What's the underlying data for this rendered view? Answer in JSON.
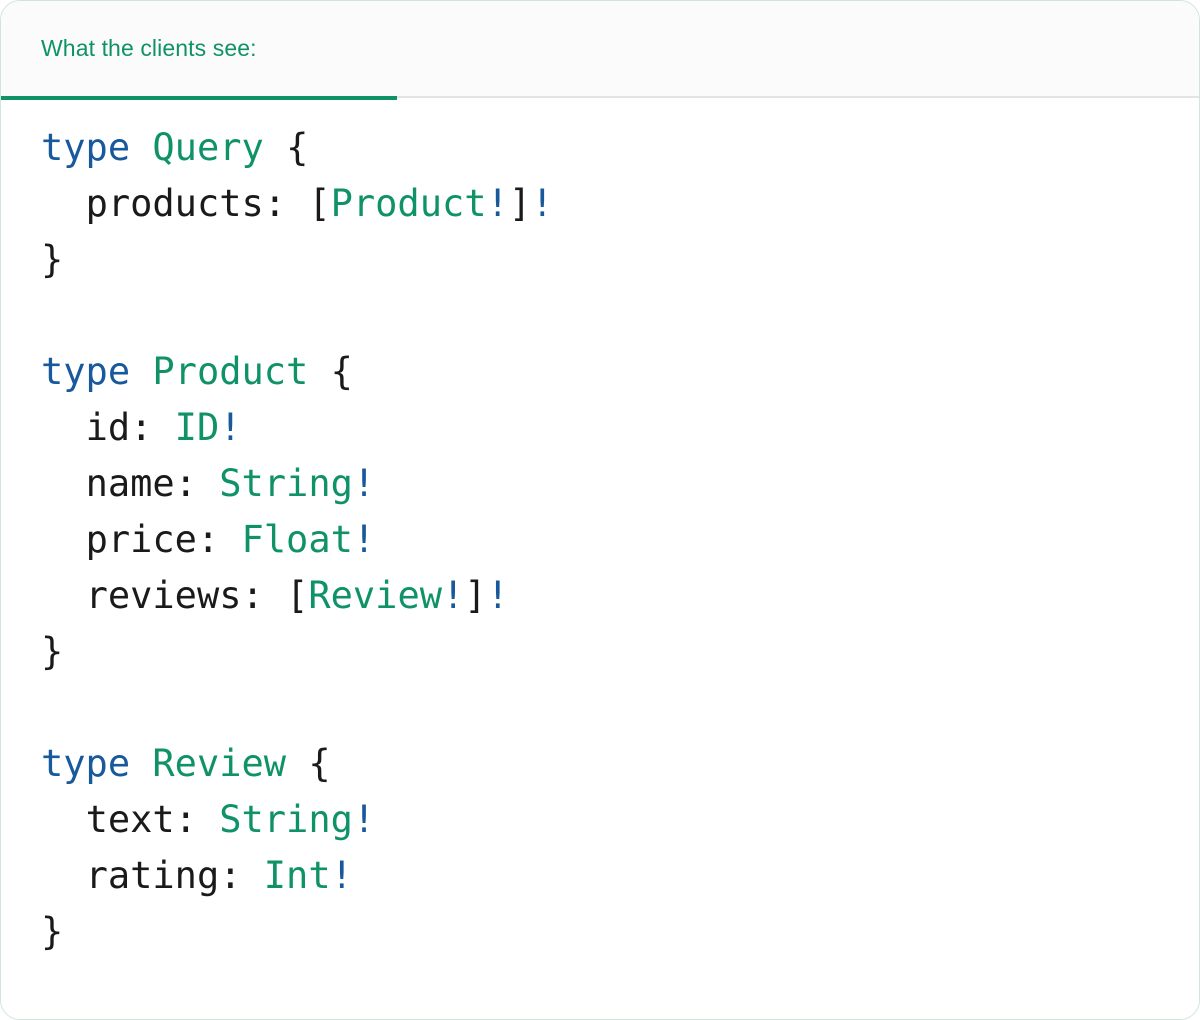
{
  "card": {
    "accent_color": "#0f9268",
    "border_color": "#cfe6da",
    "background": "#ffffff"
  },
  "tabs": [
    {
      "id": "clients-view",
      "label": "What the clients see:",
      "active": true
    }
  ],
  "code": {
    "language": "graphql",
    "colors": {
      "keyword": "#17599c",
      "type": "#0f9268",
      "punctuation": "#1a1a1a",
      "field": "#1a1a1a",
      "non_null": "#17599c"
    },
    "blocks": [
      {
        "keyword": "type",
        "name": "Query",
        "open_brace": "{",
        "close_brace": "}",
        "fields": [
          {
            "name": "products:",
            "open_bracket": "[",
            "type": "Product",
            "inner_bang": "!",
            "close_bracket": "]",
            "outer_bang": "!"
          }
        ]
      },
      {
        "keyword": "type",
        "name": "Product",
        "open_brace": "{",
        "close_brace": "}",
        "fields": [
          {
            "name": "id:",
            "type": "ID",
            "bang": "!"
          },
          {
            "name": "name:",
            "type": "String",
            "bang": "!"
          },
          {
            "name": "price:",
            "type": "Float",
            "bang": "!"
          },
          {
            "name": "reviews:",
            "open_bracket": "[",
            "type": "Review",
            "inner_bang": "!",
            "close_bracket": "]",
            "outer_bang": "!"
          }
        ]
      },
      {
        "keyword": "type",
        "name": "Review",
        "open_brace": "{",
        "close_brace": "}",
        "fields": [
          {
            "name": "text:",
            "type": "String",
            "bang": "!"
          },
          {
            "name": "rating:",
            "type": "Int",
            "bang": "!"
          }
        ]
      }
    ]
  }
}
